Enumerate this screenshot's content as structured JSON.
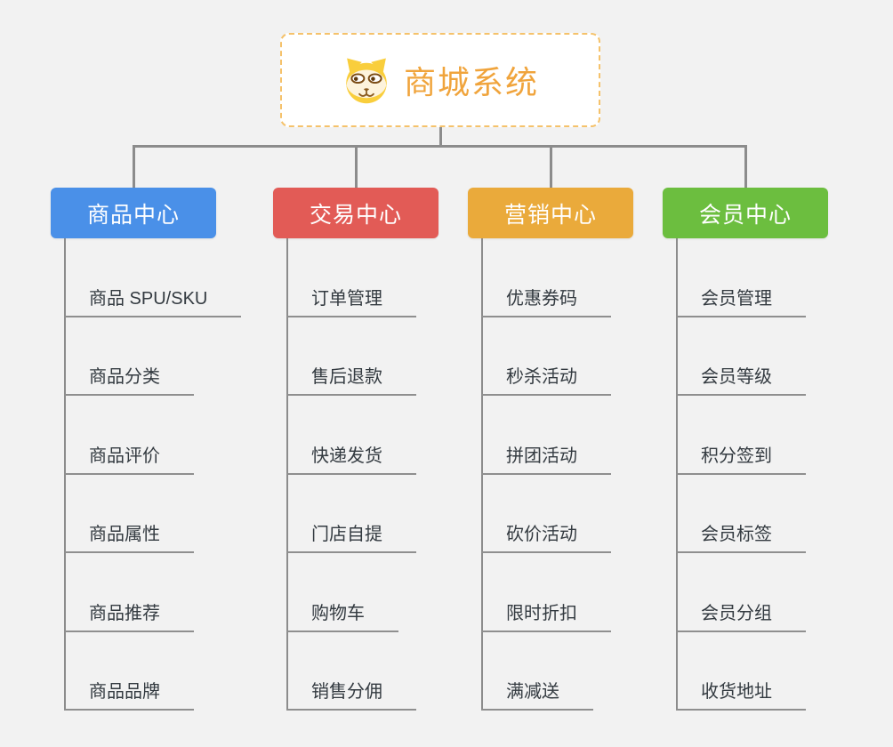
{
  "root": {
    "title": "商城系统",
    "icon": "dog-face-icon",
    "text_color": "#F0A43C",
    "border_color": "#F5C26B"
  },
  "connectors": {
    "color": "#8C8C8C"
  },
  "branches": [
    {
      "label": "商品中心",
      "color": "#4A90E8",
      "children": [
        "商品 SPU/SKU",
        "商品分类",
        "商品评价",
        "商品属性",
        "商品推荐",
        "商品品牌"
      ]
    },
    {
      "label": "交易中心",
      "color": "#E25B56",
      "children": [
        "订单管理",
        "售后退款",
        "快递发货",
        "门店自提",
        "购物车",
        "销售分佣"
      ]
    },
    {
      "label": "营销中心",
      "color": "#EAAA3B",
      "children": [
        "优惠券码",
        "秒杀活动",
        "拼团活动",
        "砍价活动",
        "限时折扣",
        "满减送"
      ]
    },
    {
      "label": "会员中心",
      "color": "#6CBE3F",
      "children": [
        "会员管理",
        "会员等级",
        "积分签到",
        "会员标签",
        "会员分组",
        "收货地址"
      ]
    }
  ]
}
